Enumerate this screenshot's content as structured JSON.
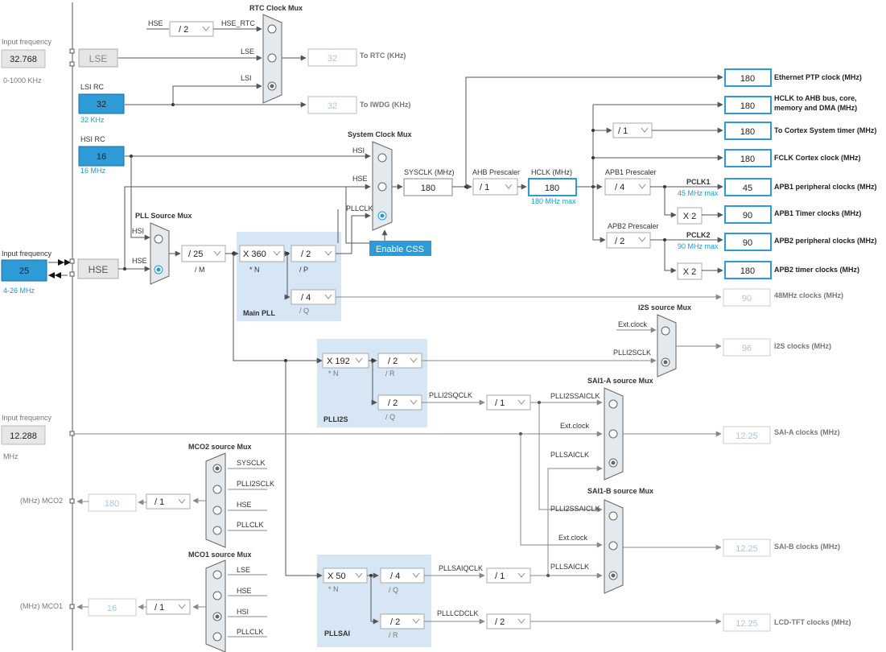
{
  "colors": {
    "active_box": "#2e9bd6",
    "output_border": "#2e9bd6",
    "inactive_box": "#e6e6e6",
    "mux_fill": "#e4e9ee",
    "pll_region": "#d6e6f4",
    "css_button": "#2e9bd6",
    "link_blue": "#1a9ad7"
  },
  "left_inputs": {
    "lse_input": {
      "title": "Input frequency",
      "value": "32.768",
      "range": "0-1000 KHz",
      "source_label": "LSE"
    },
    "lsi_rc": {
      "title": "LSI RC",
      "value": "32",
      "unit": "32 KHz"
    },
    "hsi_rc": {
      "title": "HSI RC",
      "value": "16",
      "unit": "16 MHz"
    },
    "hse_input": {
      "title": "Input frequency",
      "value": "25",
      "range": "4-26 MHz",
      "source_label": "HSE"
    },
    "i2s_ext_input": {
      "title": "Input frequency",
      "value": "12.288",
      "unit": "MHz"
    }
  },
  "rtc": {
    "mux_title": "RTC Clock Mux",
    "hse_label": "HSE",
    "hse_div": "/ 2",
    "hse_rtc_label": "HSE_RTC",
    "lse_label": "LSE",
    "lsi_label": "LSI",
    "rtc_value": "32",
    "rtc_label": "To RTC (KHz)",
    "iwdg_value": "32",
    "iwdg_label": "To IWDG (KHz)"
  },
  "pll_source": {
    "title": "PLL Source Mux",
    "hsi": "HSI",
    "hse": "HSE"
  },
  "main_pll": {
    "region_label": "Main PLL",
    "m_div": "/ 25",
    "m_label": "/ M",
    "n_mul": "X 360",
    "n_label": "* N",
    "p_div": "/ 2",
    "p_label": "/ P",
    "q_div": "/ 4",
    "q_label": "/ Q"
  },
  "system_mux": {
    "title": "System Clock Mux",
    "hsi": "HSI",
    "hse": "HSE",
    "pllclk": "PLLCLK",
    "enable_css": "Enable CSS"
  },
  "sysclk": {
    "label": "SYSCLK (MHz)",
    "value": "180"
  },
  "ahb": {
    "label": "AHB Prescaler",
    "div": "/ 1"
  },
  "hclk": {
    "label": "HCLK (MHz)",
    "value": "180",
    "max": "180 MHz max"
  },
  "apb1": {
    "label": "APB1 Prescaler",
    "div": "/ 4",
    "pclk_label": "PCLK1",
    "max": "45 MHz max",
    "timer_mul": "X 2"
  },
  "apb2": {
    "label": "APB2 Prescaler",
    "div": "/ 2",
    "pclk_label": "PCLK2",
    "max": "90 MHz max",
    "timer_mul": "X 2"
  },
  "cortex_div": "/ 1",
  "outputs": {
    "ethernet": {
      "value": "180",
      "label": "Ethernet PTP clock (MHz)"
    },
    "hclk_ahb": {
      "value": "180",
      "label": "HCLK to AHB bus, core,",
      "label2": "memory and DMA (MHz)"
    },
    "cortex_timer": {
      "value": "180",
      "label": "To Cortex System timer (MHz)"
    },
    "fclk": {
      "value": "180",
      "label": "FCLK Cortex clock (MHz)"
    },
    "apb1_periph": {
      "value": "45",
      "label": "APB1 peripheral clocks (MHz)"
    },
    "apb1_timer": {
      "value": "90",
      "label": "APB1 Timer clocks (MHz)"
    },
    "apb2_periph": {
      "value": "90",
      "label": "APB2 peripheral clocks (MHz)"
    },
    "apb2_timer": {
      "value": "180",
      "label": "APB2 timer clocks (MHz)"
    },
    "usb48": {
      "value": "90",
      "label": "48MHz clocks (MHz)"
    },
    "i2s": {
      "value": "96",
      "label": "I2S clocks (MHz)"
    },
    "sai_a": {
      "value": "12.25",
      "label": "SAI-A clocks (MHz)"
    },
    "sai_b": {
      "value": "12.25",
      "label": "SAI-B clocks (MHz)"
    },
    "lcd": {
      "value": "12.25",
      "label": "LCD-TFT clocks (MHz)"
    }
  },
  "i2s_mux": {
    "title": "I2S source Mux",
    "ext": "Ext.clock",
    "plli2sclk": "PLLI2SCLK"
  },
  "plli2s": {
    "region_label": "PLLI2S",
    "n_mul": "X 192",
    "n_label": "* N",
    "r_div": "/ 2",
    "r_label": "/ R",
    "q_div": "/ 2",
    "q_label": "/ Q",
    "out_q_label": "PLLI2SQCLK",
    "post_div": "/ 1"
  },
  "sai_a_mux": {
    "title": "SAI1-A source Mux",
    "in1": "PLLI2SSAICLK",
    "in2": "Ext.clock",
    "in3": "PLLSAICLK"
  },
  "sai_b_mux": {
    "title": "SAI1-B source Mux",
    "in1": "PLLI2SSAICLK",
    "in2": "Ext.clock",
    "in3": "PLLSAICLK"
  },
  "pllsai": {
    "region_label": "PLLSAI",
    "n_mul": "X 50",
    "n_label": "* N",
    "q_div": "/ 4",
    "q_label": "/ Q",
    "r_div": "/ 2",
    "r_label": "/ R",
    "out_q_label": "PLLSAIQCLK",
    "out_r_label": "PLLLCDCLK",
    "q_post_div": "/ 1",
    "r_post_div": "/ 2"
  },
  "mco2": {
    "title": "MCO2 source Mux",
    "in1": "SYSCLK",
    "in2": "PLLI2SCLK",
    "in3": "HSE",
    "in4": "PLLCLK",
    "div": "/ 1",
    "value": "180",
    "label": "(MHz) MCO2"
  },
  "mco1": {
    "title": "MCO1 source Mux",
    "in1": "LSE",
    "in2": "HSE",
    "in3": "HSI",
    "in4": "PLLCLK",
    "div": "/ 1",
    "value": "16",
    "label": "(MHz) MCO1"
  }
}
